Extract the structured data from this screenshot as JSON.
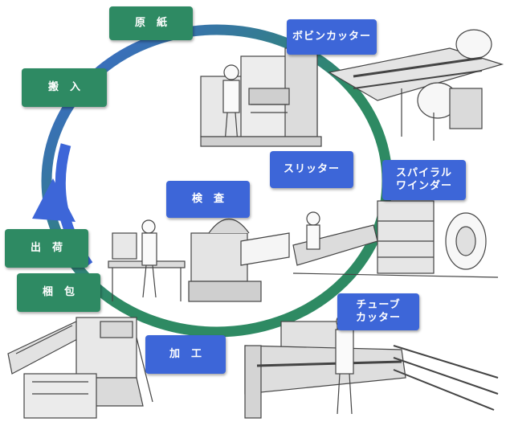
{
  "colors": {
    "green_label": "#2e8a63",
    "blue_label": "#3d66d8",
    "cycle_green": "#2e8a63",
    "cycle_blue": "#3d66d8"
  },
  "steps": {
    "raw_paper": "原紙",
    "bobbin_cutter": "ボビンカッター",
    "slitter": "スリッター",
    "spiral_winder": "スパイラル\nワインダー",
    "tube_cutter": "チューブ\nカッター",
    "processing": "加工",
    "inspection": "検査",
    "packing": "梱包",
    "shipping": "出荷",
    "receiving": "搬入"
  },
  "illustrations": [
    "slitter-machine-icon",
    "bobbin-cutter-machine-icon",
    "spiral-winder-machine-icon",
    "tube-cutter-machine-icon",
    "inspection-machine-icon",
    "packing-conveyor-icon"
  ]
}
